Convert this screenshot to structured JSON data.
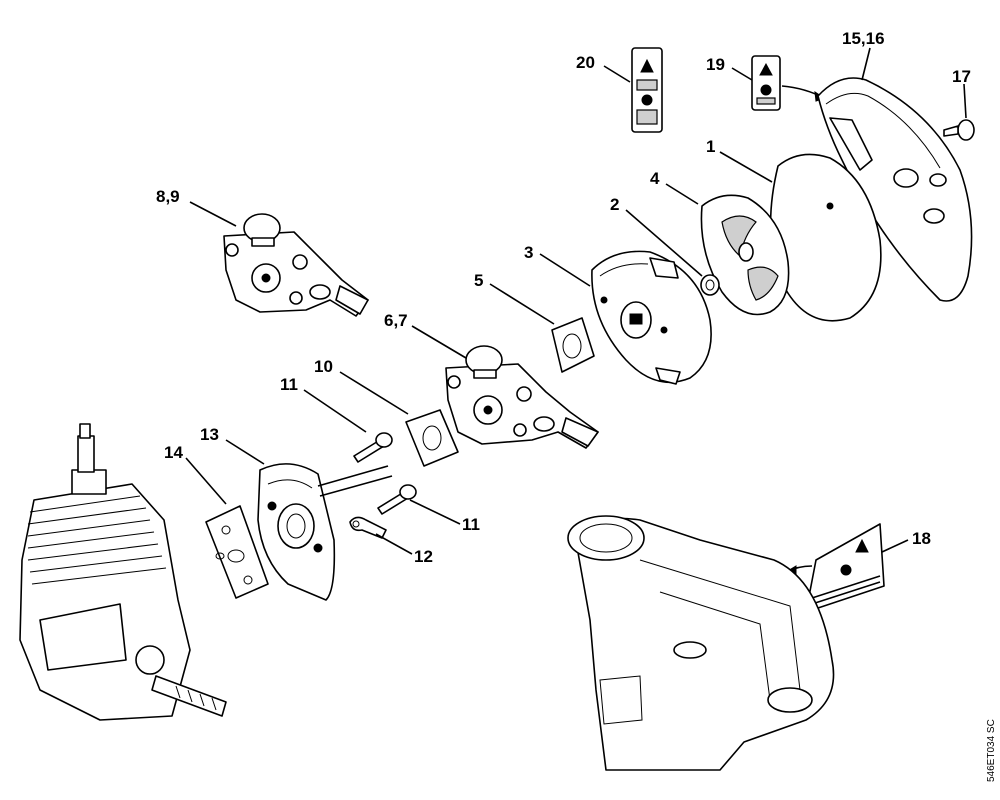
{
  "callouts": [
    "1",
    "2",
    "3",
    "4",
    "5",
    "6,7",
    "8,9",
    "10",
    "11",
    "11",
    "12",
    "13",
    "14",
    "15,16",
    "17",
    "18",
    "19",
    "20"
  ],
  "drawing_code": "546ET034 SC"
}
